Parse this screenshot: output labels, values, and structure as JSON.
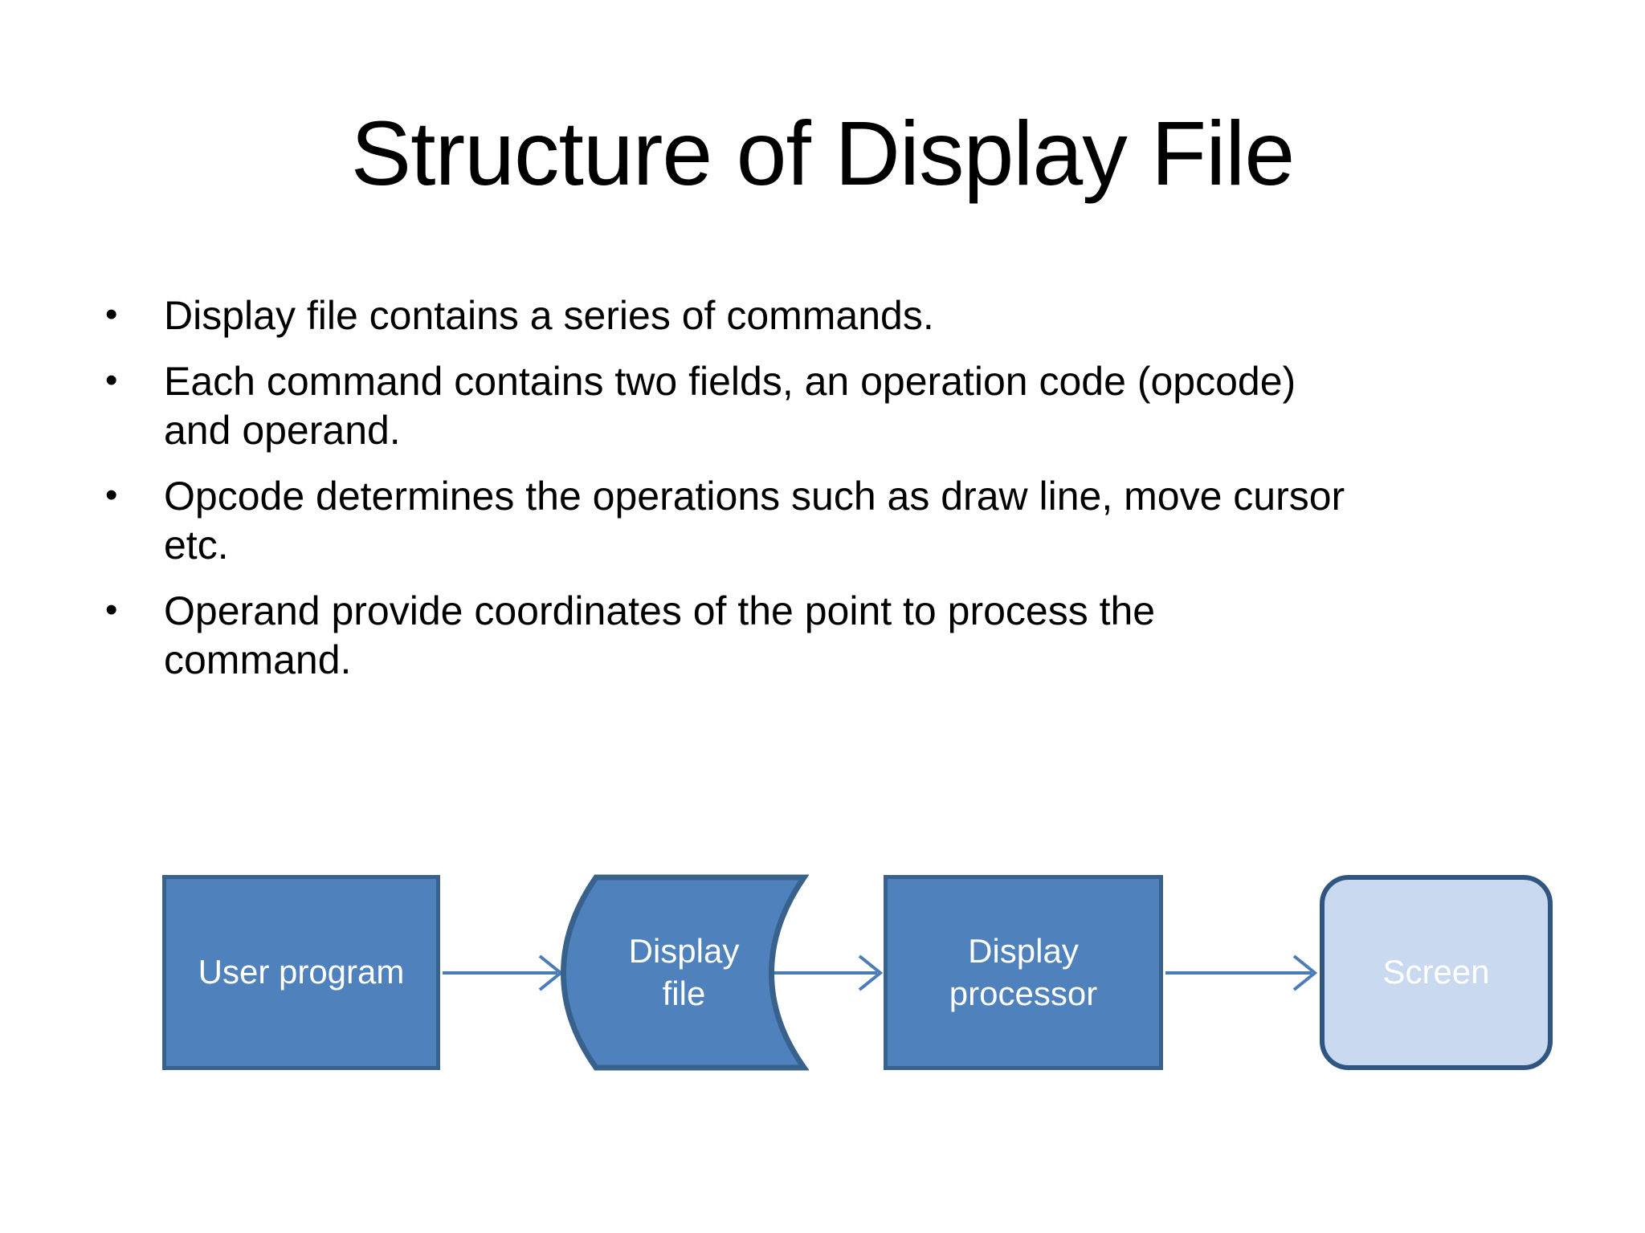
{
  "slide": {
    "title": "Structure of Display File",
    "bullets": [
      "Display file contains a series of commands.",
      "Each command contains two fields, an operation code (opcode)\nand operand.",
      "Opcode determines the operations such as draw line, move cursor\netc.",
      "Operand provide coordinates of the point to process the\ncommand."
    ]
  },
  "diagram": {
    "nodes": [
      {
        "id": "user-program",
        "label": "User program",
        "shape": "rectangle"
      },
      {
        "id": "display-file",
        "label": "Display file",
        "shape": "stored-data"
      },
      {
        "id": "display-processor",
        "label": "Display processor",
        "shape": "rectangle"
      },
      {
        "id": "screen",
        "label": "Screen",
        "shape": "rounded-rectangle"
      }
    ],
    "arrows": [
      {
        "from": "User program",
        "to": "Display file"
      },
      {
        "from": "Display file",
        "to": "Display processor"
      },
      {
        "from": "Display processor",
        "to": "Screen"
      }
    ]
  },
  "colors": {
    "background": "#ffffff",
    "title_text": "#000000",
    "body_text": "#000000",
    "node_fill": "#4f81bd",
    "node_border": "#38618c",
    "screen_fill": "#c9d9f0",
    "screen_border": "#2f5580",
    "node_text": "#ffffff",
    "arrow": "#4a7cba"
  }
}
